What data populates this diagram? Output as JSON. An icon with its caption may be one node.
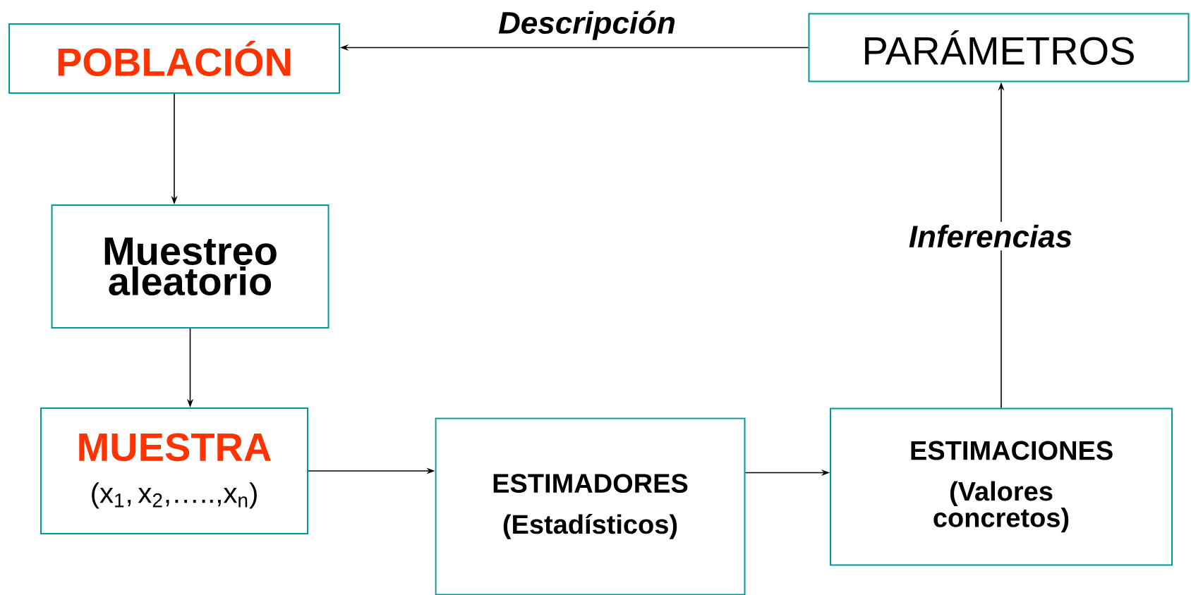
{
  "diagram": {
    "nodes": [
      {
        "text": [
          "POBLACIÓN"
        ]
      },
      {
        "text": [
          "PARÁMETROS"
        ]
      },
      {
        "text": [
          "Muestreo aleatorio"
        ]
      },
      {
        "text": [
          "MUESTRA",
          "(x$_{1}$, x$_{2}$,…..,x$_{n}$)"
        ]
      },
      {
        "text": [
          "ESTIMADORES",
          "(Estadísticos)"
        ]
      },
      {
        "text": [
          "ESTIMACIONES",
          "(Valores concretos)"
        ]
      }
    ],
    "edges": [
      {
        "from": 1,
        "to": 0,
        "arrow": "to",
        "label": "Descripción"
      },
      {
        "from": 0,
        "to": 2,
        "arrow": "to"
      },
      {
        "from": 2,
        "to": 3,
        "arrow": "to"
      },
      {
        "from": 3,
        "to": 4,
        "arrow": "to"
      },
      {
        "from": 4,
        "to": 5,
        "arrow": "to"
      },
      {
        "from": 5,
        "to": 1,
        "arrow": "to",
        "label": "Inferencias"
      }
    ]
  }
}
